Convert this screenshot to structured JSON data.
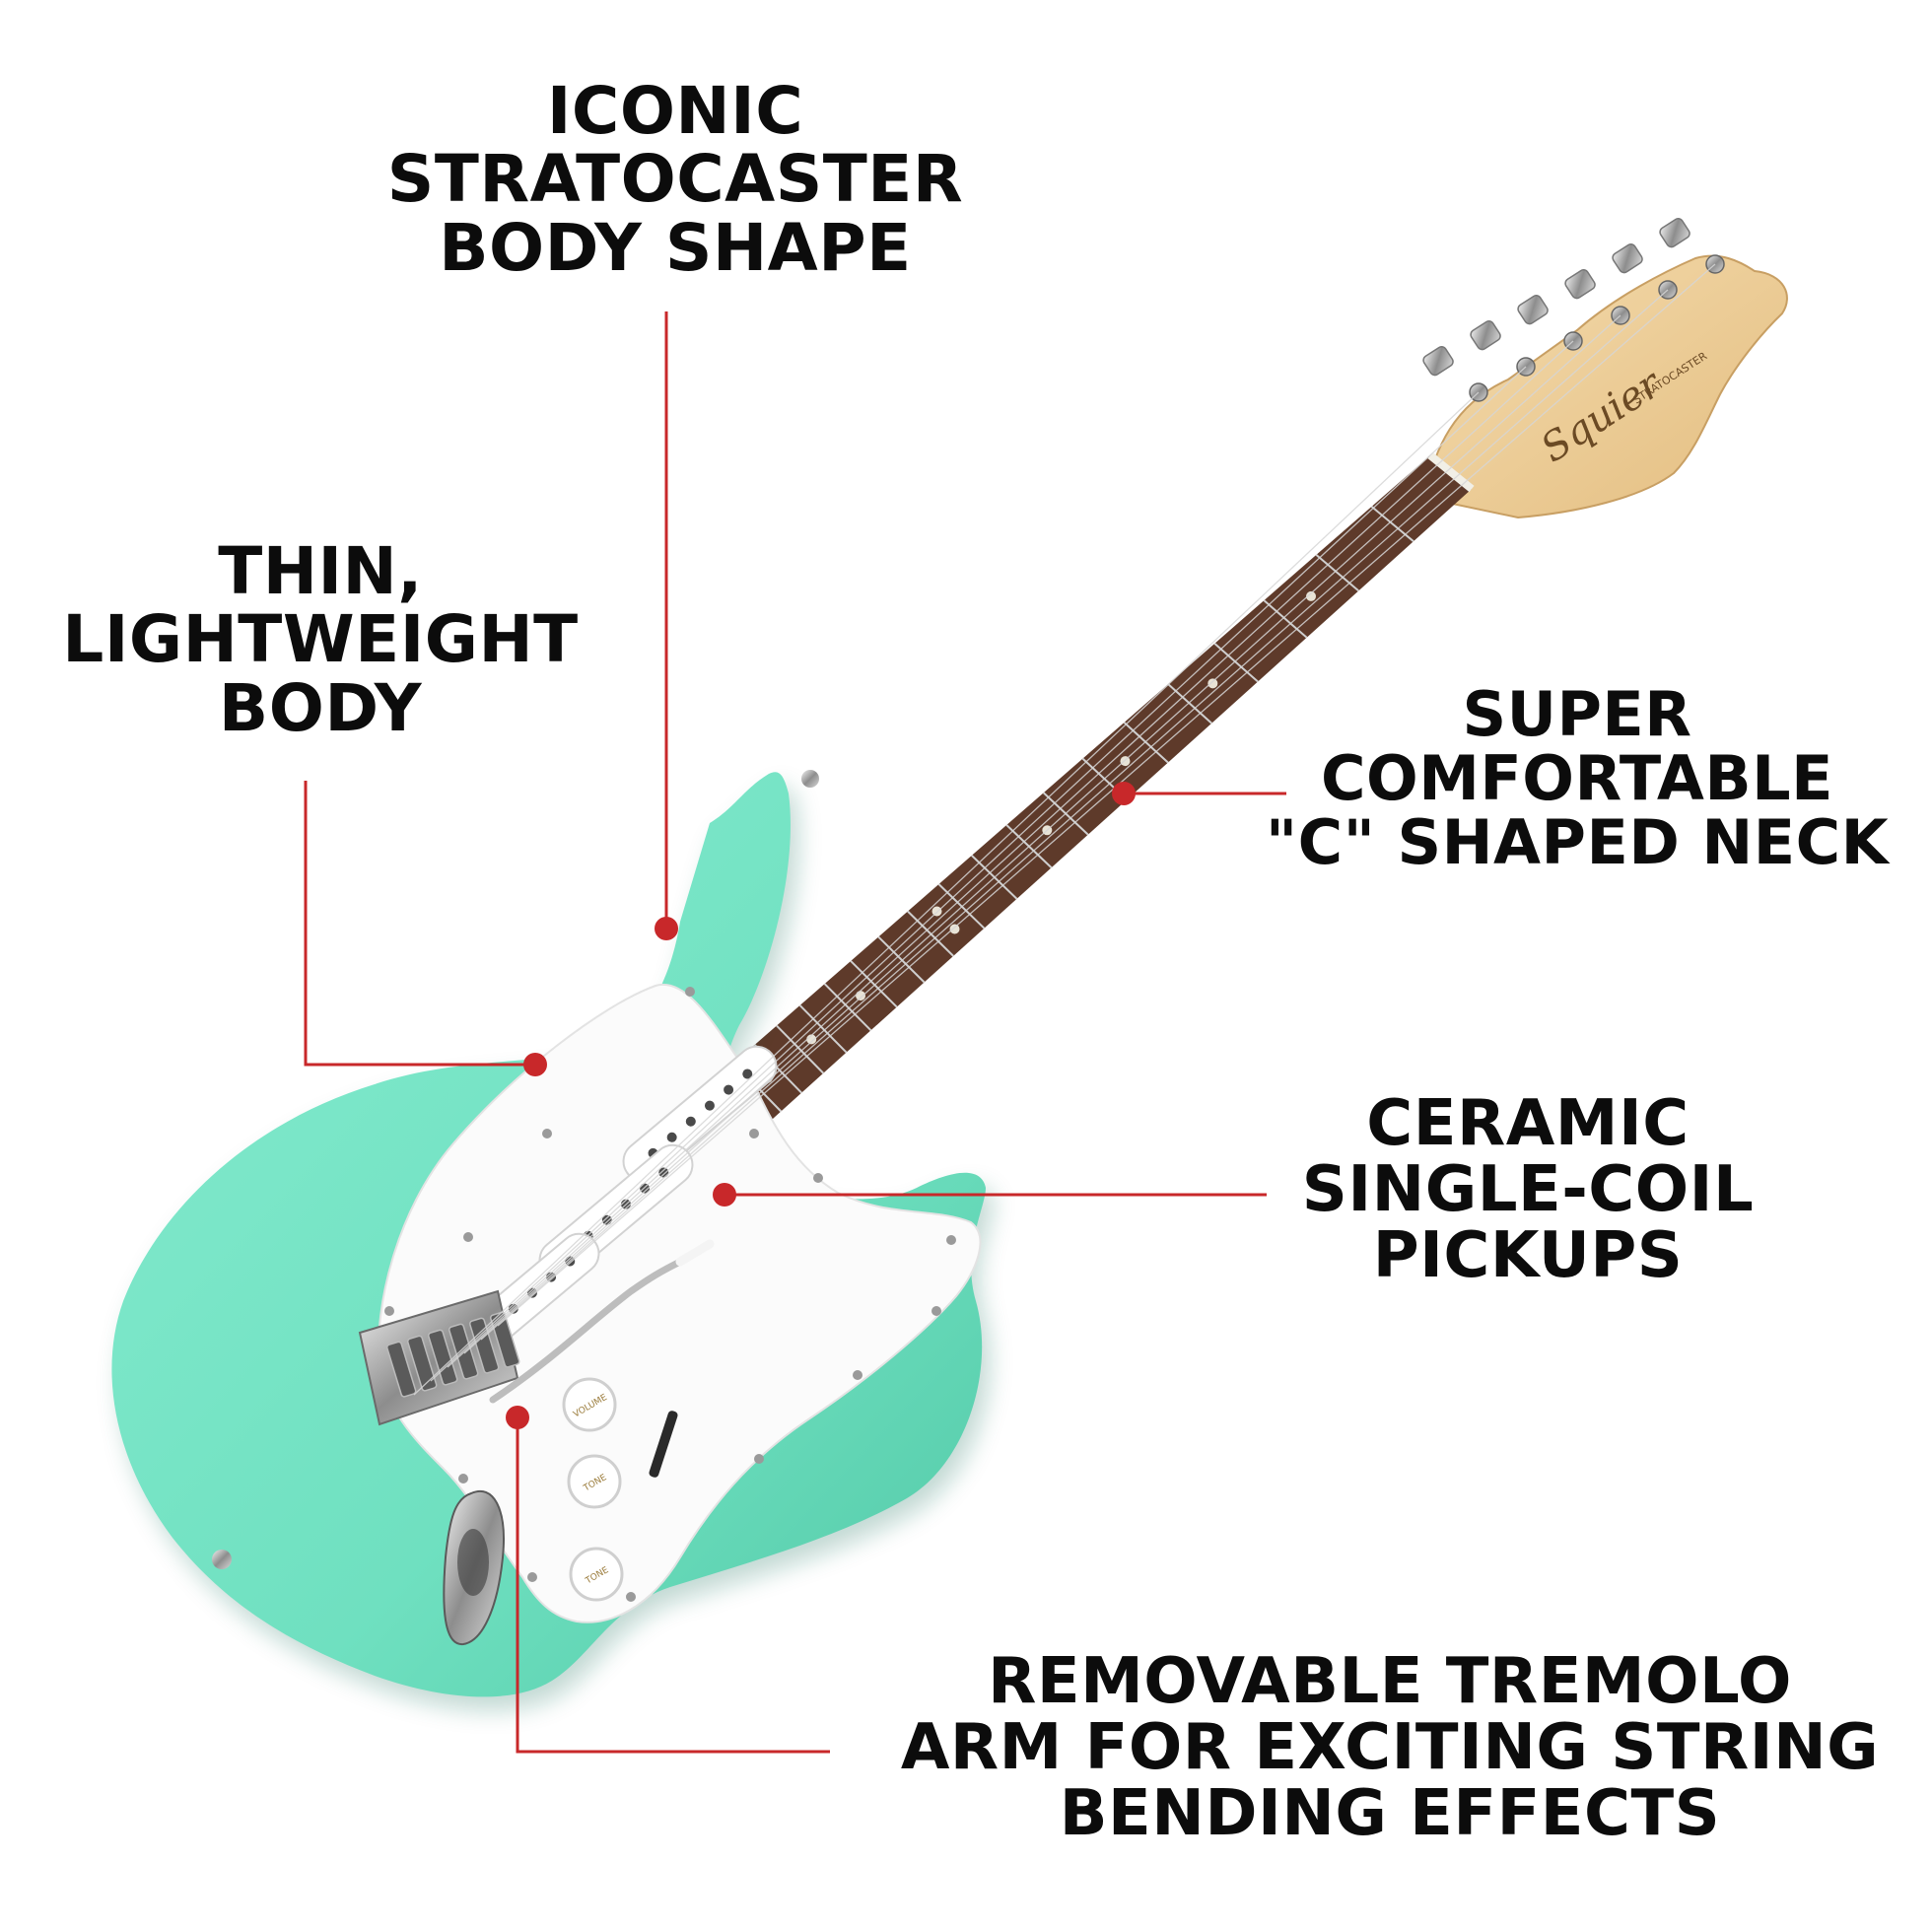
{
  "callouts": {
    "body_shape": [
      "ICONIC",
      "STRATOCASTER",
      "BODY SHAPE"
    ],
    "lightweight": [
      "THIN,",
      "LIGHTWEIGHT",
      "BODY"
    ],
    "neck": [
      "SUPER",
      "COMFORTABLE",
      "\"C\" SHAPED NECK"
    ],
    "pickups": [
      "CERAMIC",
      "SINGLE-COIL",
      "PICKUPS"
    ],
    "tremolo": [
      "REMOVABLE TREMOLO",
      "ARM FOR EXCITING STRING",
      "BENDING EFFECTS"
    ]
  },
  "guitar": {
    "headstock_logo": "Squier",
    "headstock_model": "STRATOCASTER",
    "knob_labels": [
      "VOLUME",
      "TONE",
      "TONE"
    ]
  },
  "colors": {
    "body": "#6fe0c0",
    "body_shadow": "#4fc9a6",
    "pickguard": "#fbfbfb",
    "fretboard": "#5e3a2a",
    "headstock": "#efcf98",
    "leader_line": "#c8282a",
    "text": "#0c0c0c"
  }
}
